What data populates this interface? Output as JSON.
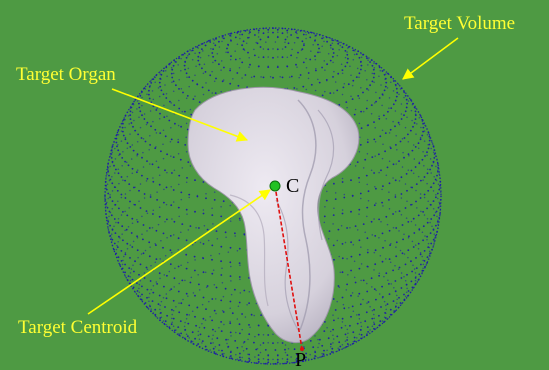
{
  "labels": {
    "target_volume": "Target Volume",
    "target_organ": "Target Organ",
    "target_centroid": "Target Centroid",
    "point_c": "C",
    "point_p": "P"
  },
  "colors": {
    "background": "#4e9a43",
    "sphere_dots": "#1c1ca8",
    "organ_fill": "#d9d4de",
    "organ_shadow": "#a9a3b4",
    "label_text": "#ffff33",
    "arrow": "#ffff00",
    "point_text": "#000000",
    "centroid_dot": "#22c222",
    "ray_line": "#e01010"
  },
  "icons": {
    "centroid": "green-dot-marker"
  }
}
